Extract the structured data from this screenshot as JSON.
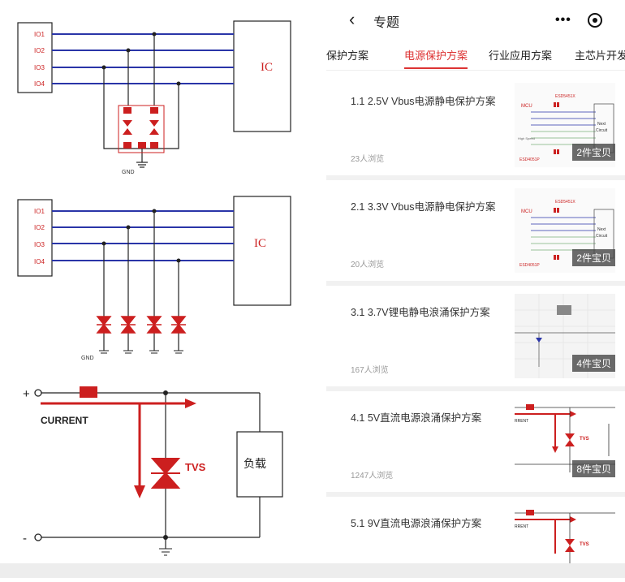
{
  "header": {
    "back_icon": "chevron-left",
    "title": "专题",
    "more_label": "•••"
  },
  "tabs": [
    {
      "label": "保护方案",
      "active": false
    },
    {
      "label": "电源保护方案",
      "active": true
    },
    {
      "label": "行业应用方案",
      "active": false
    },
    {
      "label": "主芯片开发",
      "active": false
    }
  ],
  "cards": [
    {
      "title": "1.1 2.5V Vbus电源静电保护方案",
      "views": "23人浏览",
      "badge": "2件宝贝"
    },
    {
      "title": "2.1 3.3V Vbus电源静电保护方案",
      "views": "20人浏览",
      "badge": "2件宝贝"
    },
    {
      "title": "3.1 3.7V锂电静电浪涌保护方案",
      "views": "167人浏览",
      "badge": "4件宝贝"
    },
    {
      "title": "4.1 5V直流电源浪涌保护方案",
      "views": "1247人浏览",
      "badge": "8件宝贝"
    },
    {
      "title": "5.1 9V直流电源浪涌保护方案",
      "views": "",
      "badge": ""
    }
  ],
  "diagrams": {
    "io_labels": [
      "IO1",
      "IO2",
      "IO3",
      "IO4"
    ],
    "ic_label": "IC",
    "gnd_label": "GND",
    "plus_label": "+",
    "minus_label": "-",
    "current_label": "CURRENT",
    "tvs_label": "TVS",
    "load_label": "负载"
  },
  "thumbs": {
    "mcu": "MCU",
    "esd_top": "ESD5451X",
    "esd_bottom": "ESD4051P",
    "next_circuit_1": "Next",
    "next_circuit_2": "Circuit",
    "high_speed": "High Speed",
    "rent": "RRENT",
    "tvs": "TVS"
  },
  "colors": {
    "accent": "#d33333",
    "wire": "#2a35a8",
    "schematic_red": "#cc1f1f"
  }
}
